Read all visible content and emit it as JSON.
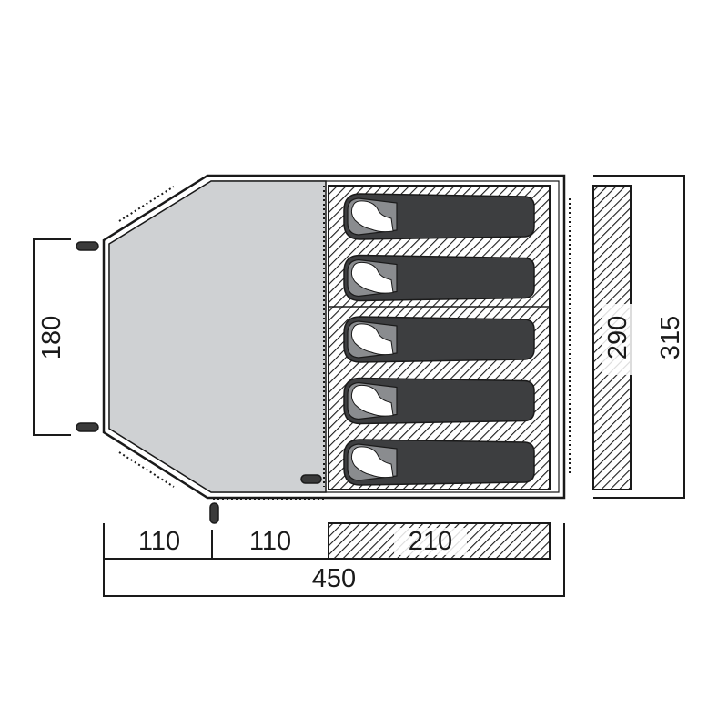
{
  "dimensions": {
    "vestibule_width": "110",
    "entrance_width": "110",
    "bedroom_length": "210",
    "total_length": "450",
    "door_height": "180",
    "bedroom_width": "290",
    "total_width": "315"
  },
  "sleeping_places": 5,
  "colors": {
    "line": "#1a1a1a",
    "floor": "#cfd1d3",
    "sleeping_bag": "#3d3e40",
    "sleeping_bag_head": "#8a8c8f",
    "hatch": "#1a1a1a"
  }
}
